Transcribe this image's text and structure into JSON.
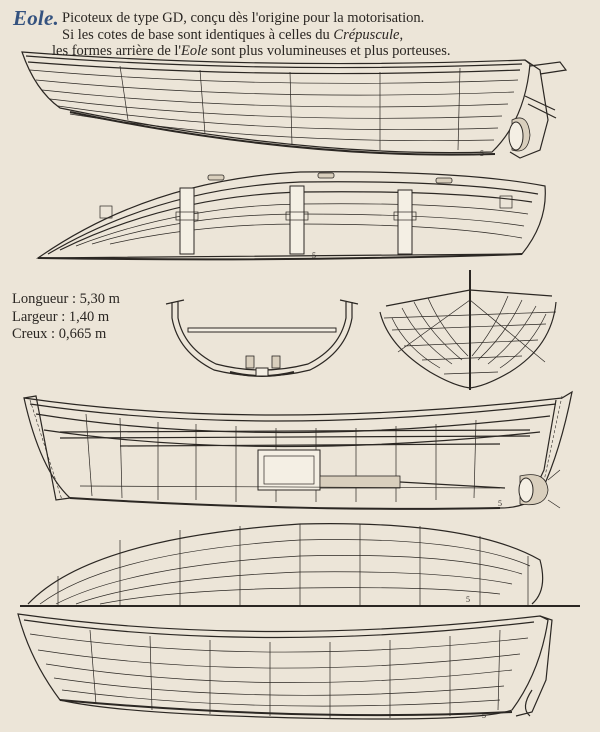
{
  "header": {
    "boat_name": "Eole.",
    "caption_line1": "Picoteux de type GD, conçu dès l'origine pour la motorisation.",
    "caption_line2_prefix": "Si les cotes de base sont identiques à celles du ",
    "caption_line2_ref": "Crépuscule",
    "caption_line2_suffix": ",",
    "caption_line3_prefix": "les formes arrière de l'",
    "caption_line3_ref": "Eole",
    "caption_line3_suffix": " sont plus volumineuses et plus porteuses."
  },
  "dimensions": [
    "Longueur : 5,30 m",
    "Largeur : 1,40 m",
    "Creux : 0,665 m"
  ],
  "drawings": {
    "views": [
      "profile-exterior",
      "plan-interior",
      "midship-section",
      "body-plan",
      "profile-interior-structure",
      "half-breadth-plan",
      "profile-lines"
    ],
    "station_mark": "5"
  }
}
